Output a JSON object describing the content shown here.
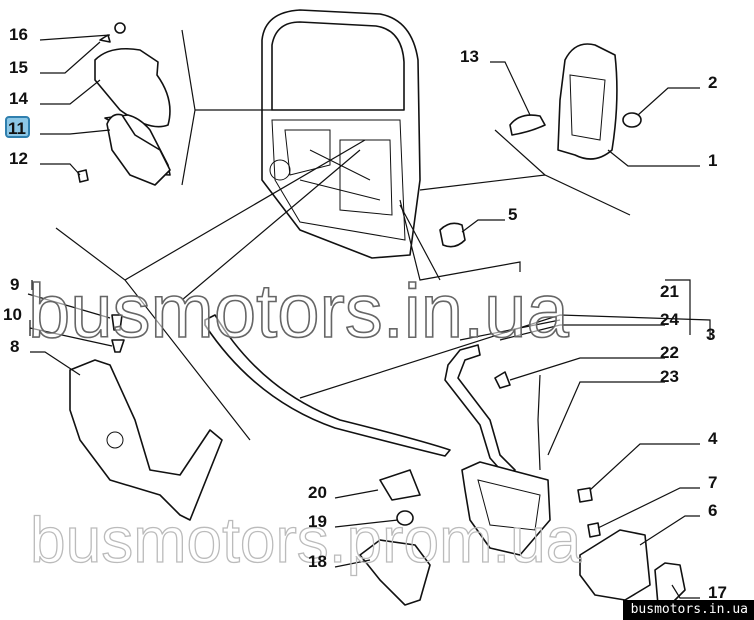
{
  "diagram": {
    "title": "Door lock and handle parts diagram",
    "labels": {
      "l1": "1",
      "l2": "2",
      "l4": "4",
      "l5": "5",
      "l6": "6",
      "l7": "7",
      "l8": "8",
      "l9": "9",
      "l10": "10",
      "l11": "11",
      "l12": "12",
      "l13": "13",
      "l14": "14",
      "l15": "15",
      "l16": "16",
      "l17": "17",
      "l18": "18",
      "l19": "19",
      "l20": "20",
      "l21": "21",
      "l22": "22",
      "l23": "23",
      "l24": "24",
      "l3": "3"
    },
    "highlighted_label": "11",
    "highlight_color": "#5aa9d6"
  },
  "watermarks": {
    "main": "busmotors.in.ua",
    "secondary": "busmotors.prom.ua",
    "badge": "busmotors.in.ua"
  }
}
